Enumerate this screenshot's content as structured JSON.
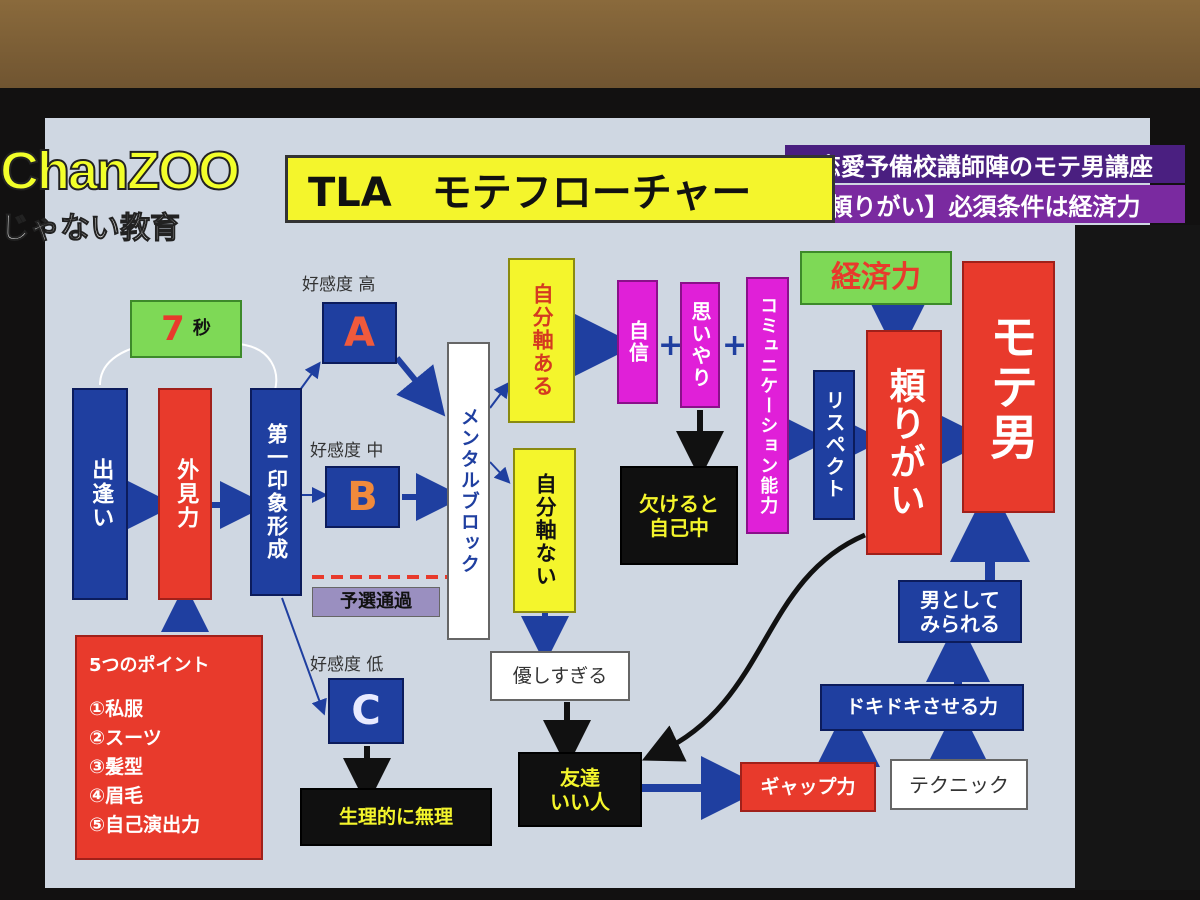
{
  "overlay": {
    "logo": "ChanZOO",
    "subtitle": "じゃない教育",
    "caption_line1": "恋愛予備校講師陣のモテ男講座",
    "caption_line2": "【頼りがい】必須条件は経済力"
  },
  "diagram": {
    "title": "TLA　モテフローチャー",
    "seconds": "7",
    "seconds_unit": "秒",
    "meet": "出逢い",
    "appearance": "外見力",
    "first_impression": "第一印象形成",
    "points": {
      "heading": "5つのポイント",
      "items": [
        "①私服",
        "②スーツ",
        "③髪型",
        "④眉毛",
        "⑤自己演出力"
      ]
    },
    "favor_high": "好感度 高",
    "favor_mid": "好感度 中",
    "favor_low": "好感度 低",
    "grade_a": "A",
    "grade_b": "B",
    "grade_c": "C",
    "preliminary": "予選通過",
    "impossible": "生理的に無理",
    "mental_block": "メンタルブロック",
    "self_axis_yes": "自分軸ある",
    "self_axis_no": "自分軸ない",
    "too_kind": "優しすぎる",
    "friend": "友達\nいい人",
    "confidence": "自信",
    "consideration": "思いやり",
    "communication": "コミュニケーション能力",
    "selfish": "欠けると\n自己中",
    "respect": "リスペクト",
    "economic": "経済力",
    "reliability": "頼りがい",
    "popular_man": "モテ男",
    "seen_as_man": "男として\nみられる",
    "thrill": "ドキドキさせる力",
    "gap": "ギャップ力",
    "technique": "テクニック"
  }
}
